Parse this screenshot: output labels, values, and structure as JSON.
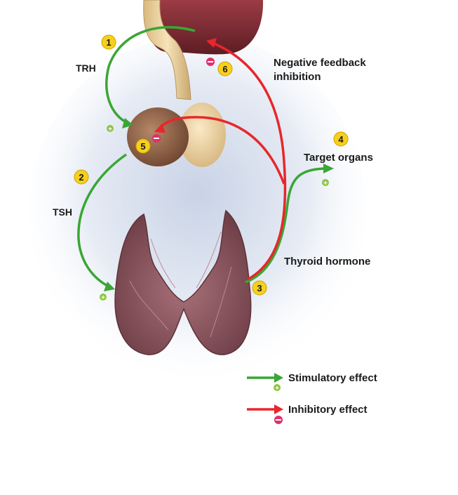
{
  "labels": {
    "trh": "TRH",
    "tsh": "TSH",
    "negative_feedback_line1": "Negative feedback",
    "negative_feedback_line2": "inhibition",
    "target_organs": "Target organs",
    "thyroid_hormone": "Thyroid hormone"
  },
  "steps": [
    "1",
    "2",
    "3",
    "4",
    "5",
    "6"
  ],
  "legend": {
    "stimulatory": "Stimulatory effect",
    "inhibitory": "Inhibitory effect"
  },
  "colors": {
    "stimulatory": "#3aa635",
    "inhibitory": "#e8262b",
    "step_badge": "#f7cf1d",
    "thyroid": "#8d5a63",
    "pituitary": "#8a5a3e",
    "hypothalamus": "#7e2a32"
  }
}
